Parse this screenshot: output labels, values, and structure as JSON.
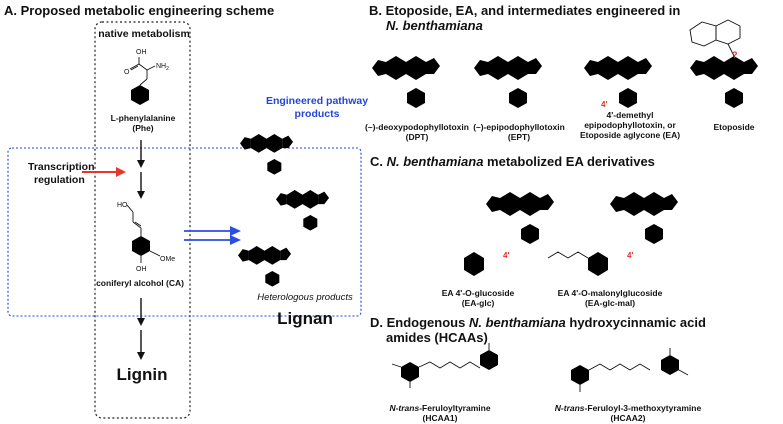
{
  "panels": {
    "a": {
      "title": "A. Proposed metabolic engineering scheme",
      "native_label": "native metabolism",
      "engineered_label_1": "Engineered pathway",
      "engineered_label_2": "products",
      "phe_label_1": "L-phenylalanine",
      "phe_label_2": "(Phe)",
      "transcription_1": "Transcription",
      "transcription_2": "regulation",
      "ca_label": "coniferyl alcohol (CA)",
      "heterologous": "Heterologous products",
      "lignan": "Lignan",
      "lignin": "Lignin",
      "ome": "OMe",
      "oh": "OH",
      "nh2": "NH",
      "nh2_sub": "2",
      "ho": "HO",
      "o": "O"
    },
    "b": {
      "title_1": "B. Etoposide, EA, and intermediates engineered in",
      "title_2": "N. benthamiana",
      "compounds": [
        {
          "name_1": "(–)-deoxypodophyllotoxin",
          "name_2": "(DPT)"
        },
        {
          "name_1": "(–)-epipodophyllotoxin",
          "name_2": "(EPT)"
        },
        {
          "name_1": "4'-demethyl",
          "name_2": "epipodophyllotoxin, or",
          "name_3": "Etoposide aglycone (EA)"
        },
        {
          "name_1": "Etoposide"
        }
      ],
      "mark_4prime": "4'",
      "mark_q": "?"
    },
    "c": {
      "title_prefix": "C.",
      "title_italic": "N. benthamiana",
      "title_suffix": "metabolized EA derivatives",
      "compounds": [
        {
          "name_1": "EA 4'-O-glucoside",
          "name_2": "(EA-glc)"
        },
        {
          "name_1": "EA 4'-O-malonylglucoside",
          "name_2": "(EA-glc-mal)"
        }
      ]
    },
    "d": {
      "title_prefix": "D. Endogenous",
      "title_italic": "N. benthamiana",
      "title_suffix": "hydroxycinnamic acid",
      "title_2": "amides (HCAAs)",
      "compounds": [
        {
          "name_italic": "N-trans",
          "name_rest": "-Feruloyltyramine",
          "name_2": "(HCAA1)"
        },
        {
          "name_italic": "N-trans",
          "name_rest": "-Feruloyl-3-methoxytyramine",
          "name_2": "(HCAA2)"
        }
      ]
    }
  },
  "colors": {
    "red_arrow": "#e8372a",
    "blue_arrow": "#2b4fe0",
    "blue_text": "#2346d8",
    "red_mark": "#e53020"
  }
}
